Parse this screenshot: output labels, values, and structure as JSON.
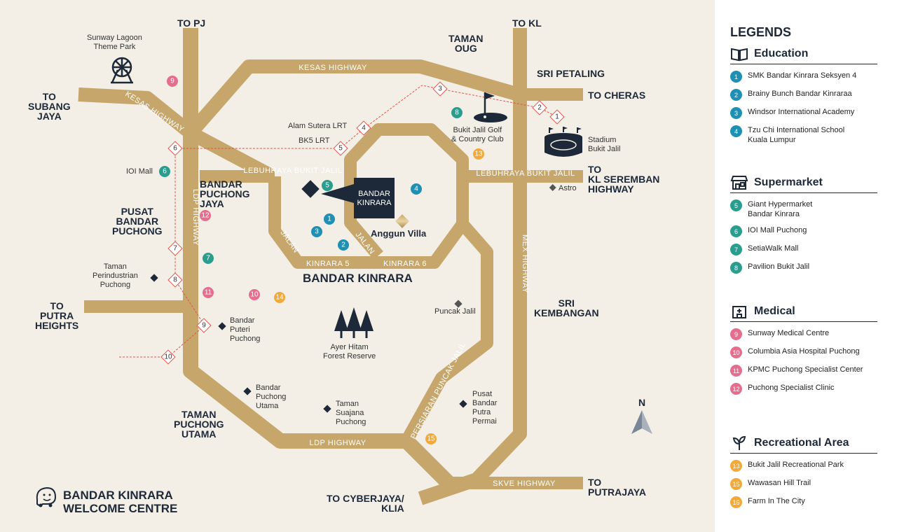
{
  "colors": {
    "background": "#f3efe6",
    "road_gold": "#c9a96b",
    "education": "#1f8fb3",
    "supermarket": "#2a9d8f",
    "medical": "#e56e8e",
    "recreational": "#f2a93b",
    "navy": "#1d2838",
    "rail": "#e2534b"
  },
  "map": {
    "directions": {
      "to_pj": "TO PJ",
      "to_kl": "TO KL",
      "to_cheras": "TO CHERAS",
      "to_subang": "TO\nSUBANG\nJAYA",
      "to_seremban": "TO\nKL SEREMBAN\nHIGHWAY",
      "to_putra_heights": "TO\nPUTRA\nHEIGHTS",
      "to_cyberjaya": "TO CYBERJAYA/\nKLIA",
      "to_putrajaya": "TO\nPUTRAJAYA"
    },
    "areas": {
      "taman_oug": "TAMAN\nOUG",
      "sri_petaling": "SRI PETALING",
      "bandar_puchong_jaya": "BANDAR\nPUCHONG\nJAYA",
      "pusat_bandar_puchong": "PUSAT\nBANDAR\nPUCHONG",
      "sri_kembangan": "SRI\nKEMBANGAN",
      "taman_puchong_utama": "TAMAN\nPUCHONG\nUTAMA",
      "bandar_kinrara": "BANDAR KINRARA",
      "welcome_centre": "BANDAR KINRARA\nWELCOME CENTRE"
    },
    "roads": {
      "kesas_top": "KESAS HIGHWAY",
      "kesas_diag": "KESAS HIGHWAY",
      "ldp_vertical": "LDP HIGHWAY",
      "ldp_bottom": "LDP HIGHWAY",
      "lebuhraya_left": "LEBUHRAYA BUKIT JALIL",
      "lebuhraya_right": "LEBUHRAYA BUKIT JALIL",
      "mex": "MEX HIGHWAY",
      "skve": "SKVE HIGHWAY",
      "jalan_left": "JALAN",
      "jalan_right": "JALAN",
      "kinrara5": "KINRARA 5",
      "kinrara6": "KINRARA 6",
      "persiaran": "PERSIARAN PUNCAK JALIL"
    },
    "places": {
      "sunway_lagoon": "Sunway Lagoon\nTheme Park",
      "alam_sutera": "Alam Sutera LRT",
      "bk5": "BK5 LRT",
      "ioi_mall": "IOI Mall",
      "bukit_jalil_golf": "Bukit Jalil Golf\n& Country Club",
      "stadium": "Stadium\nBukit Jalil",
      "astro": "Astro",
      "anggun_villa": "Anggun Villa",
      "bandar_kinrara_box": "BANDAR\nKINRARA",
      "taman_perindustrian": "Taman\nPerindustrian\nPuchong",
      "bandar_puteri": "Bandar\nPuteri\nPuchong",
      "ayer_hitam": "Ayer Hitam\nForest Reserve",
      "puncak_jalil": "Puncak Jalil",
      "bandar_puchong_utama": "Bandar\nPuchong\nUtama",
      "taman_suajana": "Taman\nSuajana\nPuchong",
      "pusat_bandar_putra": "Pusat\nBandar\nPutra\nPermai"
    },
    "station_numbers": [
      "1",
      "2",
      "3",
      "4",
      "5",
      "6",
      "7",
      "8",
      "9",
      "10"
    ],
    "markers": {
      "m9_top": "9",
      "m8": "8",
      "m13": "13",
      "m4": "4",
      "m5": "5",
      "m6": "6",
      "m1": "1",
      "m3": "3",
      "m2": "2",
      "m12": "12",
      "m7": "7",
      "m11": "11",
      "m10": "10",
      "m14": "14",
      "m15": "15"
    },
    "compass": "N"
  },
  "legend": {
    "title": "LEGENDS",
    "categories": [
      {
        "name": "Education",
        "icon": "book-icon",
        "items": [
          {
            "num": "1",
            "text": "SMK Bandar Kinrara Seksyen 4"
          },
          {
            "num": "2",
            "text": "Brainy Bunch Bandar Kinraraa"
          },
          {
            "num": "3",
            "text": "Windsor International Academy"
          },
          {
            "num": "4",
            "text": "Tzu Chi International School\nKuala Lumpur"
          }
        ]
      },
      {
        "name": "Supermarket",
        "icon": "store-icon",
        "items": [
          {
            "num": "5",
            "text": "Giant Hypermarket\nBandar Kinrara"
          },
          {
            "num": "6",
            "text": "IOI Mall Puchong"
          },
          {
            "num": "7",
            "text": "SetiaWalk Mall"
          },
          {
            "num": "8",
            "text": "Pavilion Bukit Jalil"
          }
        ]
      },
      {
        "name": "Medical",
        "icon": "hospital-icon",
        "items": [
          {
            "num": "9",
            "text": "Sunway Medical Centre"
          },
          {
            "num": "10",
            "text": "Columbia Asia Hospital Puchong"
          },
          {
            "num": "11",
            "text": "KPMC Puchong Specialist Center"
          },
          {
            "num": "12",
            "text": "Puchong Specialist Clinic"
          }
        ]
      },
      {
        "name": "Recreational Area",
        "icon": "plant-icon",
        "items": [
          {
            "num": "13",
            "text": "Bukit Jalil Recreational Park"
          },
          {
            "num": "15",
            "text": "Wawasan Hill Trail"
          },
          {
            "num": "16",
            "text": "Farm In The City"
          }
        ]
      }
    ]
  }
}
